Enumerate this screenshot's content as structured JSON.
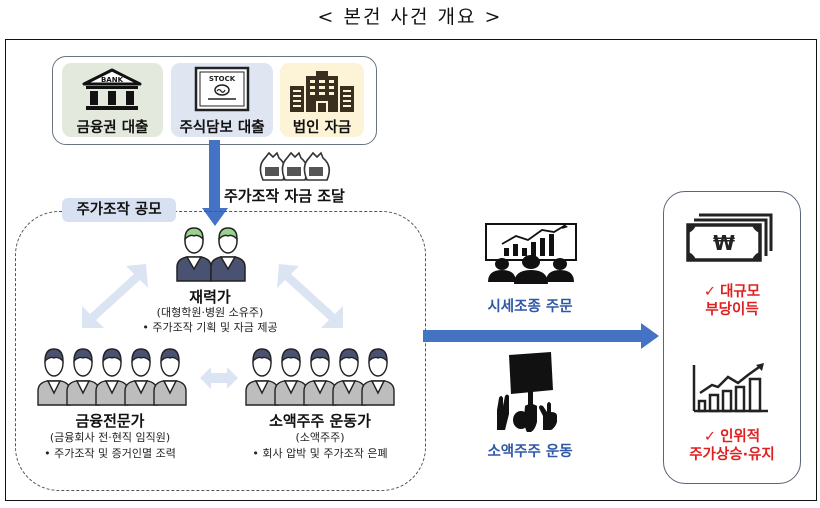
{
  "title": "< 본건 사건 개요 >",
  "funding_sources": [
    {
      "label": "금융권 대출",
      "icon": "bank-icon",
      "icon_text": "BANK",
      "bg": "#e4e9dd"
    },
    {
      "label": "주식담보 대출",
      "icon": "stock-certificate-icon",
      "icon_text": "STOCK",
      "bg": "#dfe6f2"
    },
    {
      "label": "법인 자금",
      "icon": "office-building-icon",
      "bg": "#fdf3d6"
    }
  ],
  "funding_step": {
    "label": "주가조작 자금 조달",
    "icon": "money-bags-icon"
  },
  "conspiracy": {
    "tag": "주가조작 공모",
    "financier": {
      "name": "재력가",
      "sub": "(대형학원·병원 소유주)",
      "desc": "• 주가조작 기획 및 자금 제공",
      "icon": "two-people-icon"
    },
    "experts": {
      "name": "금융전문가",
      "sub": "(금융회사 전·현직 임직원)",
      "desc": "• 주가조작 및 증거인멸 조력",
      "icon": "five-people-icon"
    },
    "activists": {
      "name": "소액주주 운동가",
      "sub": "(소액주주)",
      "desc": "• 회사 압박 및 주가조작 은폐",
      "icon": "five-people-icon"
    }
  },
  "actions": [
    {
      "label": "시세조종 주문",
      "icon": "audience-chart-icon"
    },
    {
      "label": "소액주주 운동",
      "icon": "protest-sign-icon"
    }
  ],
  "results": [
    {
      "check": "✓",
      "line1": "대규모",
      "line2": "부당이득",
      "icon": "won-banknote-icon"
    },
    {
      "check": "✓",
      "line1": "인위적",
      "line2": "주가상승·유지",
      "icon": "rising-chart-icon"
    }
  ],
  "colors": {
    "arrow_blue": "#4472c4",
    "light_arrow": "#dbe4f3",
    "label_blue": "#2f58a7",
    "result_red": "#e02020",
    "tag_bg": "#d8e1f1"
  }
}
